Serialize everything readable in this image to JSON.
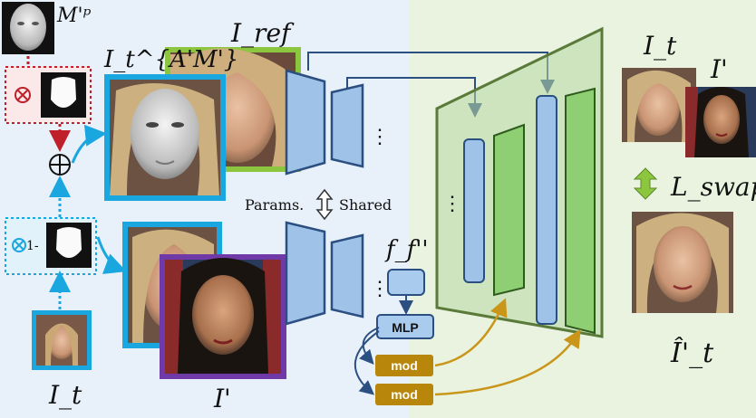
{
  "colors": {
    "bg_left": "#e8f0fa",
    "bg_right": "#e9f3df",
    "encoder_blue": "#9fc3e8",
    "encoder_edge": "#2b4f80",
    "decoder_green": "#8fcf73",
    "decoder_frame": "#5a7a3a",
    "mod_gold": "#b8860b",
    "arrow_cyan": "#1aa7e0",
    "mask_red": "#c0202a",
    "mlp_blue": "#a9cbee",
    "frame_green": "#8cc63f",
    "frame_purple": "#6f3aa8",
    "frame_cyan": "#1aa7e0"
  },
  "labels": {
    "mask_3d": "M'ᵖ",
    "i_t_a_m": "I_t^{A'M'}",
    "i_ref": "I_ref",
    "i_t_top": "I_t",
    "i_prime_top": "I'",
    "l_swap": "L_swap",
    "i_hat": "Î'_t",
    "i_t_bottom": "I_t",
    "i_prime_bottom": "I'",
    "feature": "f_f''",
    "params_shared_left": "Params.",
    "params_shared_right": "Shared",
    "one_minus": "1-",
    "mlp": "MLP",
    "mod_top": "mod",
    "mod_bottom": "mod",
    "dots": "⋮"
  }
}
